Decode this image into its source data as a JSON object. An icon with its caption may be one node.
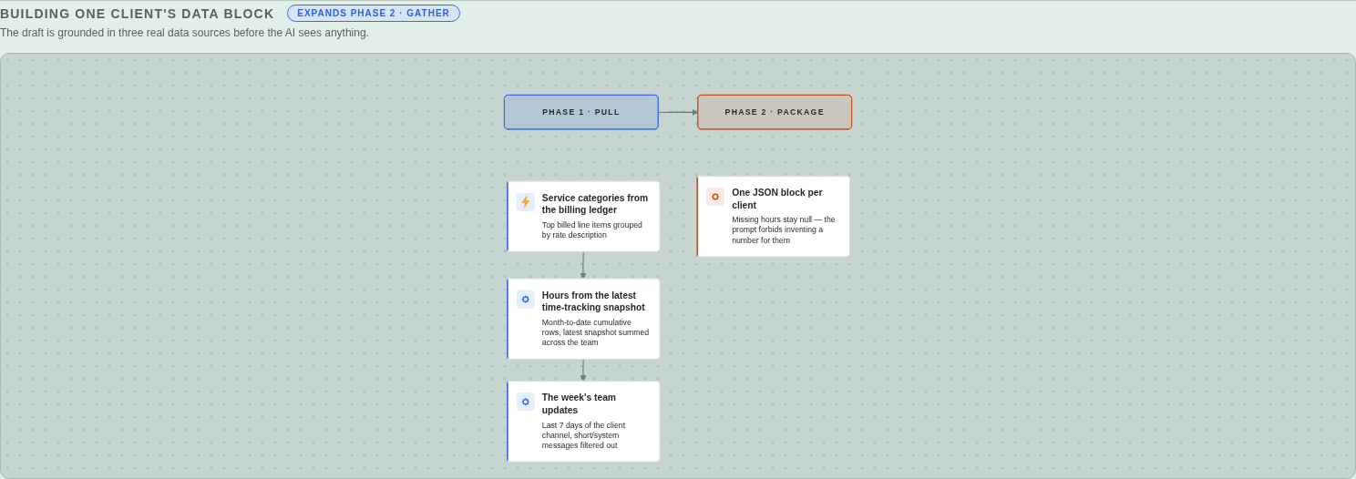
{
  "diagram": {
    "title": "BUILDING ONE CLIENT'S DATA BLOCK",
    "caption": "The draft is grounded in three real data sources before the AI sees anything.",
    "nodes": [
      {
        "text": [
          "PHASE 1 · PULL"
        ]
      },
      {
        "text": [
          "PHASE 2 · PACKAGE"
        ]
      },
      {
        "text": [
          "Service categories from the billing ledger",
          "Top billed line items grouped by rate description"
        ]
      },
      {
        "text": [
          "Hours from the latest time-tracking snapshot",
          "Month-to-date cumulative rows, latest snapshot summed across the team"
        ]
      },
      {
        "text": [
          "The week's team updates",
          "Last 7 days of the client channel, short/system messages filtered out"
        ]
      },
      {
        "text": [
          "One JSON block per client",
          "Missing hours stay null — the prompt forbids inventing a number for them"
        ]
      }
    ],
    "edges": [
      {
        "from": 0,
        "to": 1,
        "arrow": "to"
      },
      {
        "from": 2,
        "to": 3,
        "arrow": "to"
      },
      {
        "from": 3,
        "to": 4,
        "arrow": "to"
      }
    ],
    "labels": [
      "EXPANDS PHASE 2 · GATHER"
    ]
  }
}
